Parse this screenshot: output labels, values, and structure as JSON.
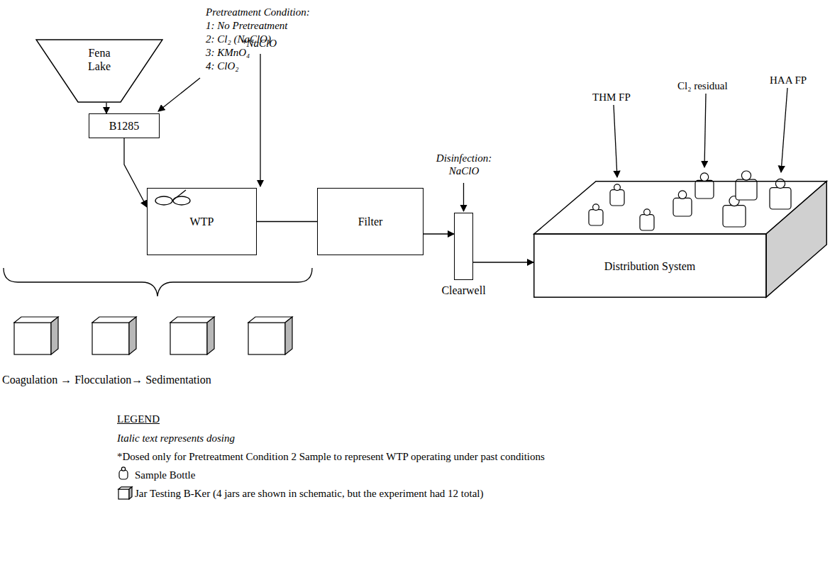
{
  "diagram": {
    "nodes": [
      {
        "text": [
          "Fena Lake"
        ]
      },
      {
        "text": [
          "B1285"
        ]
      },
      {
        "text": [
          "WTP"
        ]
      },
      {
        "text": [
          "Filter"
        ]
      },
      {
        "text": [
          "Clearwell"
        ]
      },
      {
        "text": [
          "Distribution System"
        ]
      }
    ],
    "edges": [
      {
        "from": 0,
        "to": 1,
        "arrow": "to"
      },
      {
        "from": 1,
        "to": 2,
        "arrow": "to"
      },
      {
        "from": 2,
        "to": 3,
        "arrow": "none"
      },
      {
        "from": 3,
        "to": 4,
        "arrow": "to"
      },
      {
        "from": 4,
        "to": 5,
        "arrow": "to"
      }
    ],
    "labels": [
      "Pretreatment Condition:",
      "1: No Pretreatment",
      "2: Cl₂ (NaClO)",
      "3: KMnO₄",
      "4: ClO₂",
      "*NaClO",
      "Disinfection: NaClO",
      "THM FP",
      "Cl₂ residual",
      "HAA FP",
      "Coagulation → Flocculation→ Sedimentation",
      "LEGEND",
      "Italic text represents dosing",
      "*Dosed only for Pretreatment Condition 2 Sample to represent WTP operating under past conditions"
    ],
    "legend": [
      {
        "text": "Sample Bottle"
      },
      {
        "text": "Jar Testing B-Ker (4 jars are shown in schematic, but the experiment had 12 total)"
      }
    ]
  }
}
